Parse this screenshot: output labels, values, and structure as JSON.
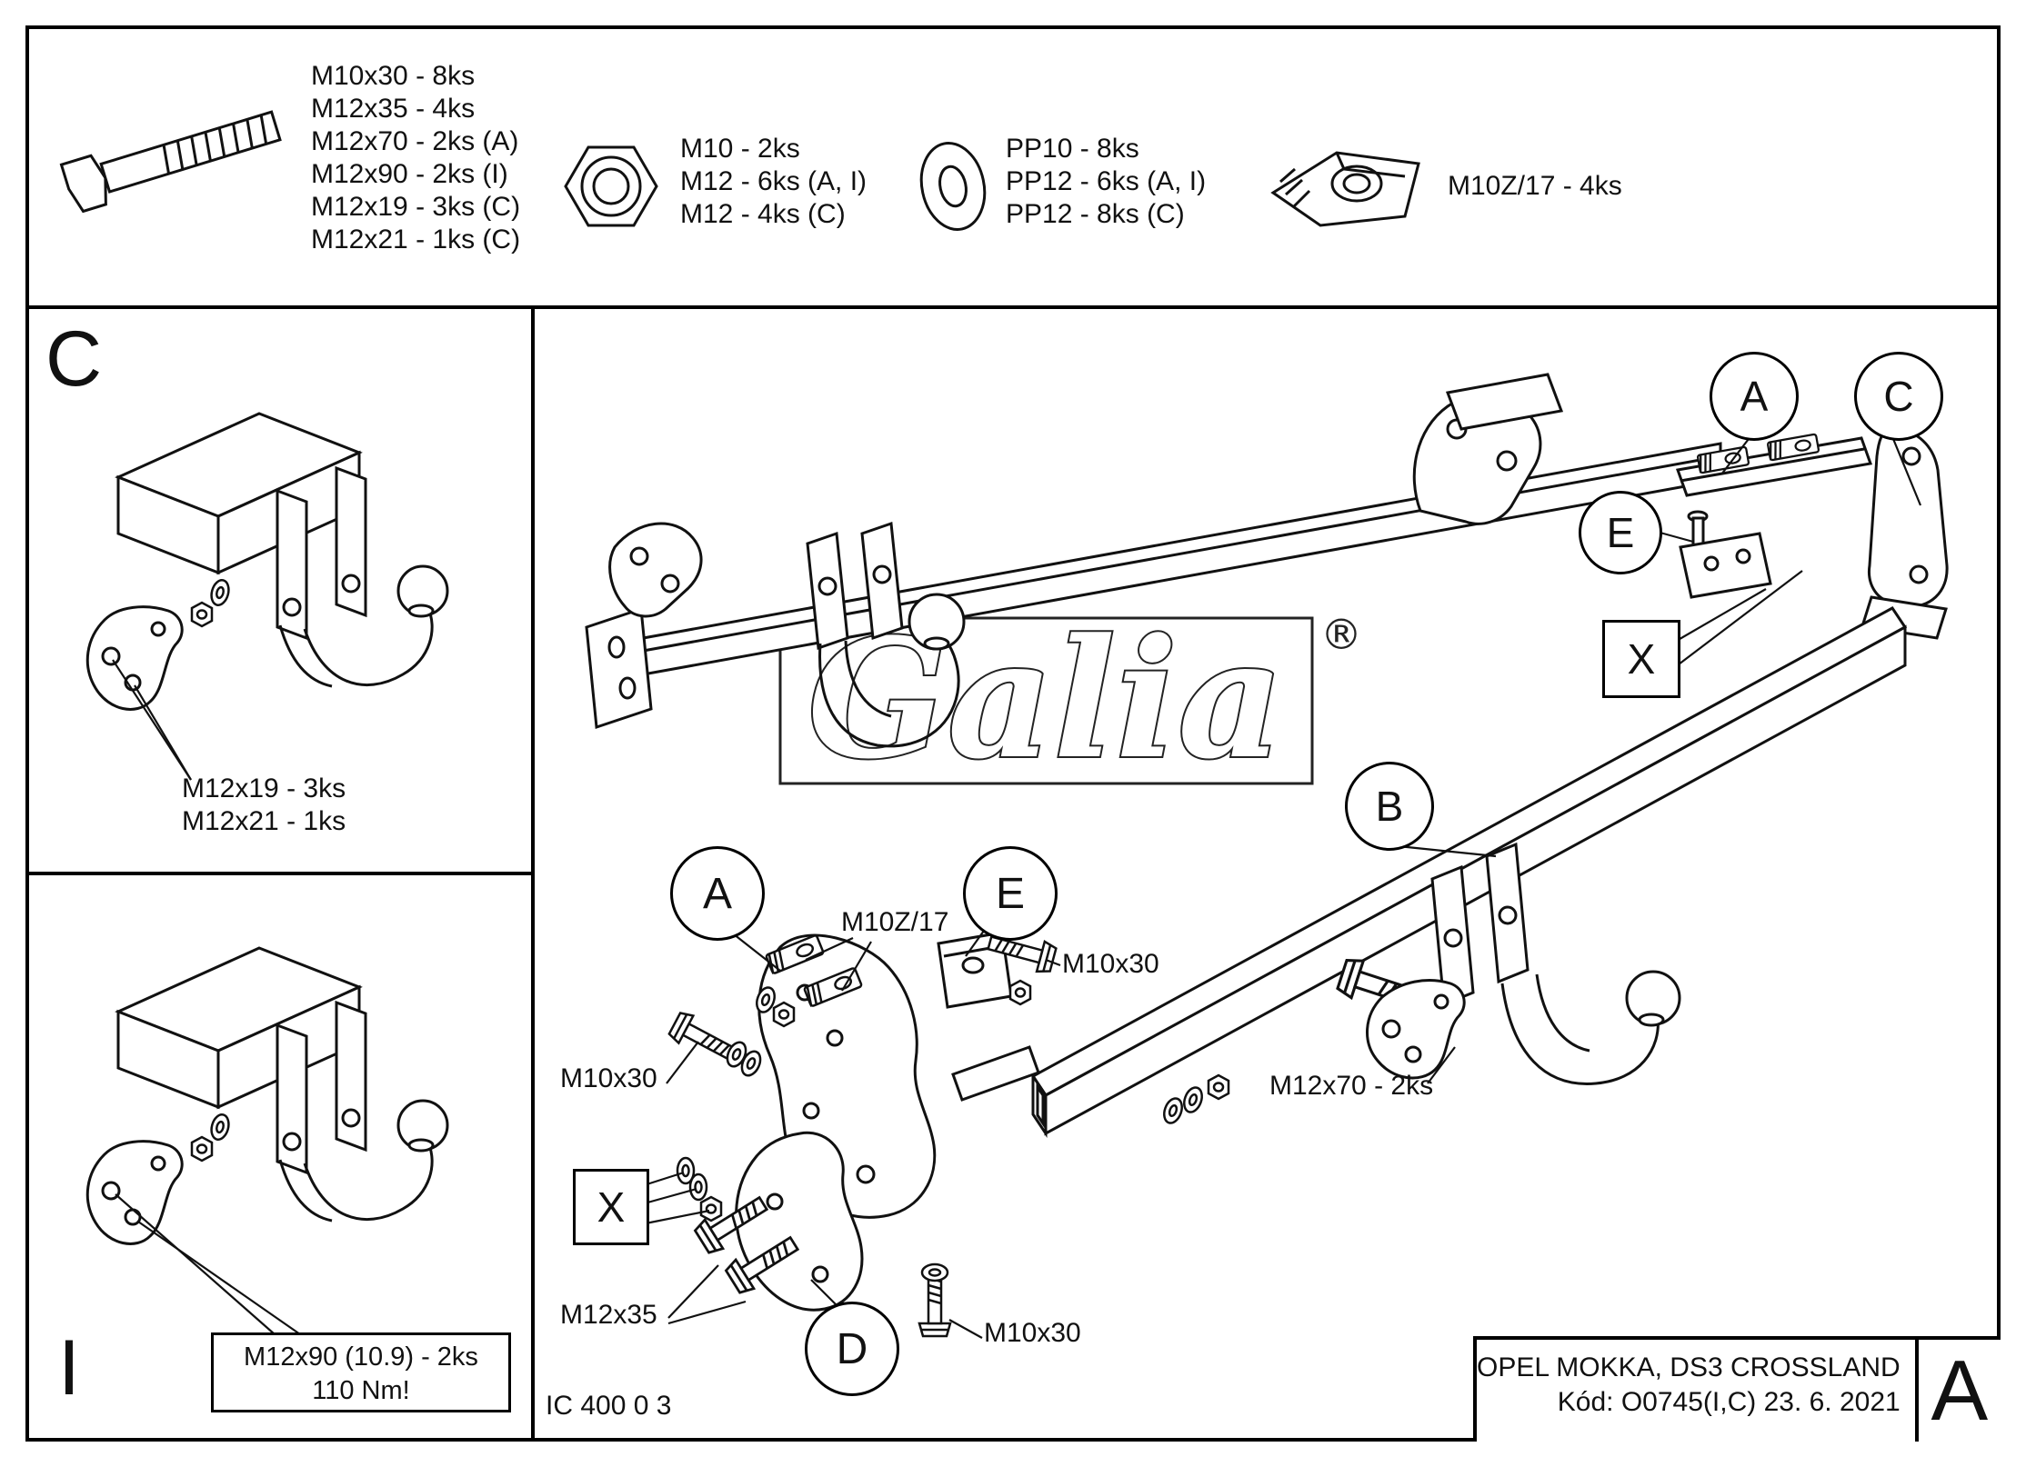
{
  "colors": {
    "line": "#111111",
    "paper": "#ffffff"
  },
  "header": {
    "bolt": {
      "icon": "hex-bolt-icon",
      "items": [
        "M10x30 - 8ks",
        "M12x35 - 4ks",
        "M12x70 - 2ks (A)",
        "M12x90 - 2ks (I)",
        "M12x19 - 3ks (C)",
        "M12x21 - 1ks (C)"
      ]
    },
    "nut": {
      "icon": "hex-nut-icon",
      "items": [
        "M10 - 2ks",
        "M12 - 6ks (A, I)",
        "M12 - 4ks (C)"
      ]
    },
    "washer": {
      "icon": "washer-icon",
      "items": [
        "PP10 - 8ks",
        "PP12 - 6ks (A, I)",
        "PP12 - 8ks (C)"
      ]
    },
    "clamp_plate": {
      "icon": "clamp-plate-icon",
      "label": "M10Z/17 - 4ks"
    }
  },
  "left_panels": {
    "c": {
      "letter": "C",
      "notes": [
        "M12x19 - 3ks",
        "M12x21 - 1ks"
      ]
    },
    "i": {
      "letter": "I",
      "torque_note": [
        "M12x90 (10.9) - 2ks",
        "110 Nm!"
      ]
    }
  },
  "main": {
    "watermark": {
      "text": "Galia",
      "registered": "®"
    },
    "callouts": {
      "a_top": "A",
      "c_top": "C",
      "e_top": "E",
      "x_top": "X",
      "b": "B",
      "a_mid": "A",
      "e_mid": "E",
      "x_mid": "X",
      "d": "D"
    },
    "part_labels": {
      "m10z17": "M10Z/17",
      "m10x30_top": "M10x30",
      "m10x30_left": "M10x30",
      "m12x35": "M12x35",
      "m10x30_bottom": "M10x30",
      "m12x70": "M12x70 - 2ks",
      "drawing_code": "IC 400 0 3"
    },
    "title_block": {
      "model": "OPEL MOKKA, DS3 CROSSLAND",
      "code": "Kód: O0745(I,C)  23. 6. 2021",
      "revision_letter": "A"
    }
  }
}
